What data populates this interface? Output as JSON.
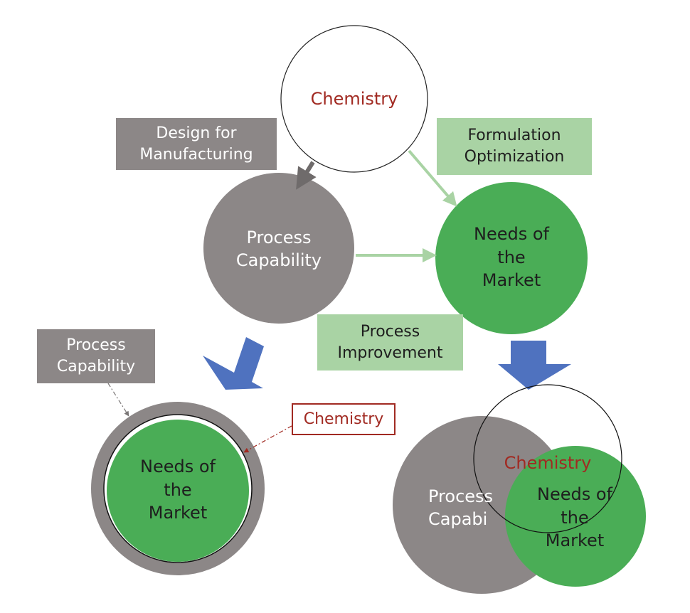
{
  "colors": {
    "chemistry_red": "#a12a22",
    "process_grey": "#8c8787",
    "market_green": "#4aad56",
    "label_green": "#a9d3a4",
    "arrow_blue": "#4f72bf"
  },
  "top": {
    "chemistry": "Chemistry",
    "process_capability": "Process\nCapability",
    "needs_market": "Needs of\nthe\nMarket",
    "design_for_manufacturing": "Design for\nManufacturing",
    "formulation_optimization": "Formulation\nOptimization",
    "process_improvement": "Process\nImprovement"
  },
  "bottom_left": {
    "process_capability_label": "Process\nCapability",
    "chemistry_label": "Chemistry",
    "needs_market": "Needs of\nthe\nMarket"
  },
  "bottom_right": {
    "chemistry": "Chemistry",
    "process_capability": "Process\nCapabi",
    "needs_market": "Needs of\nthe\nMarket"
  }
}
